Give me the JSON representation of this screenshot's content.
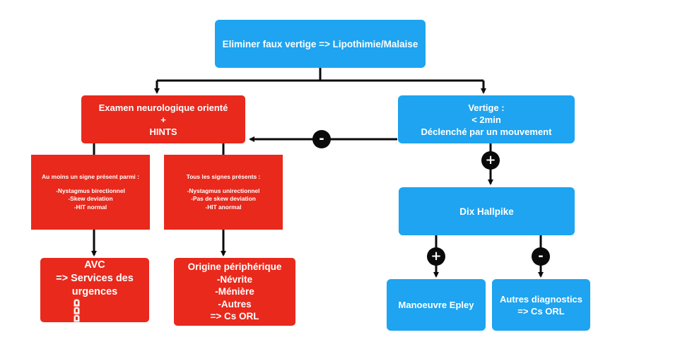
{
  "nodes": {
    "root": [
      "Eliminer faux vertige => Lipothimie/Malaise"
    ],
    "exam": [
      "Examen neurologique orienté",
      "+",
      "HINTS"
    ],
    "vertige": [
      "Vertige :",
      "< 2min",
      "Déclenché par un mouvement"
    ],
    "au_moins": [
      "Au moins un signe présent parmi :",
      "",
      "-Nystagmus birectionnel",
      "-Skew deviation",
      "-HIT normal"
    ],
    "tous": [
      "Tous les signes présents :",
      "",
      "-Nystagmus unirectionnel",
      "-Pas de skew deviation",
      "-HIT anormal"
    ],
    "dix": [
      "Dix Hallpike"
    ],
    "avc": [
      "AVC",
      "=> Services des",
      "urgences"
    ],
    "origine": [
      "Origine périphérique",
      "-Névrite",
      "-Ménière",
      "-Autres",
      "=> Cs ORL"
    ],
    "epley": [
      "Manoeuvre Epley"
    ],
    "autres": [
      "Autres diagnostics",
      "=> Cs ORL"
    ]
  },
  "signs": {
    "vertige_to_exam": "-",
    "vertige_to_dix": "+",
    "dix_to_epley": "+",
    "dix_to_autres": "-"
  },
  "icons": {
    "avc_alert": "siren-icon",
    "alert_count": 3
  },
  "colors": {
    "blue": "#1ea4f0",
    "red": "#e8291c",
    "line": "#0a0a0a"
  }
}
